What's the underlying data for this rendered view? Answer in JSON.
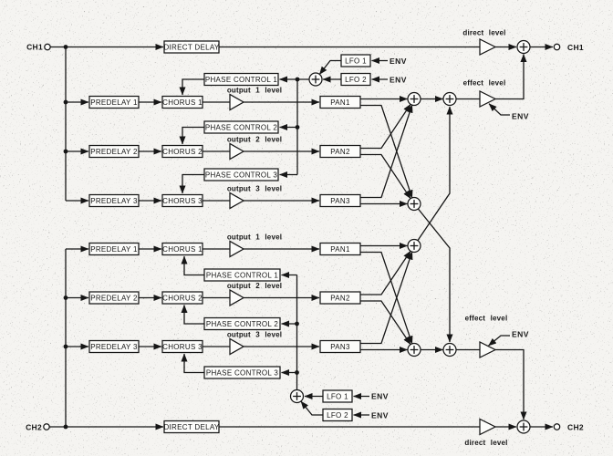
{
  "channels": {
    "ch1": "CH1",
    "ch2": "CH2"
  },
  "blocks": {
    "direct_delay": "DIRECT DELAY",
    "predelay1": "PREDELAY 1",
    "predelay2": "PREDELAY 2",
    "predelay3": "PREDELAY 3",
    "chorus1": "CHORUS 1",
    "chorus2": "CHORUS 2",
    "chorus3": "CHORUS 3",
    "phase_control1": "PHASE CONTROL 1",
    "phase_control2": "PHASE CONTROL 2",
    "phase_control3": "PHASE CONTROL 3",
    "pan1": "PAN1",
    "pan2": "PAN2",
    "pan3": "PAN3",
    "lfo1": "LFO 1",
    "lfo2": "LFO 2"
  },
  "annotations": {
    "direct_level": "direct level",
    "effect_level": "effect level",
    "output1_level": "output 1 level",
    "output2_level": "output 2 level",
    "output3_level": "output 3 level",
    "env": "ENV"
  }
}
